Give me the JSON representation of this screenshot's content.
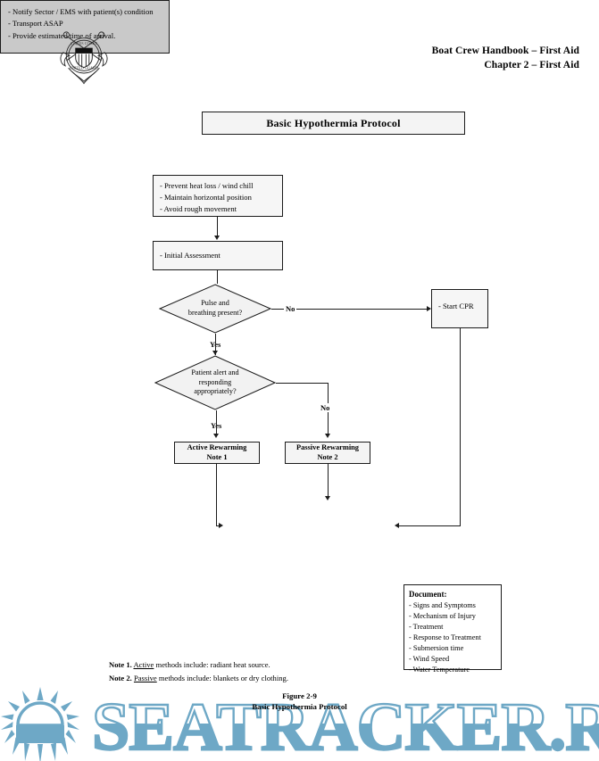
{
  "header": {
    "line1": "Boat Crew Handbook – First Aid",
    "line2": "Chapter 2 – First Aid",
    "seal_name": "uscg-seal"
  },
  "title": {
    "text": "Basic Hypothermia Protocol"
  },
  "flow": {
    "prevent": {
      "l1": "- Prevent heat loss / wind chill",
      "l2": "- Maintain horizontal position",
      "l3": "- Avoid rough movement"
    },
    "initial": {
      "l1": "- Initial Assessment"
    },
    "decision_pulse": {
      "l1": "Pulse and",
      "l2": "breathing present?"
    },
    "decision_alert": {
      "l1": "Patient alert and",
      "l2": "responding",
      "l3": "appropriately?"
    },
    "cpr": {
      "l1": "- Start CPR"
    },
    "active": {
      "l1": "Active Rewarming",
      "l2": "Note 1"
    },
    "passive": {
      "l1": "Passive Rewarming",
      "l2": "Note 2"
    },
    "notify": {
      "l1": "- Notify Sector / EMS with patient(s) condition",
      "l2": "- Transport ASAP",
      "l3": "- Provide estimated time of arrival."
    },
    "labels": {
      "no_pulse": "No",
      "yes_pulse": "Yes",
      "no_alert": "No",
      "yes_alert": "Yes"
    }
  },
  "document_box": {
    "heading": "Document:",
    "items": [
      "- Signs and Symptoms",
      "- Mechanism of Injury",
      "- Treatment",
      "- Response to Treatment",
      "- Submersion time",
      "- Wind Speed",
      "- Water Temperature"
    ]
  },
  "notes": {
    "note1_label": "Note 1.",
    "note1_term": "Active",
    "note1_text": " methods include: radiant heat source.",
    "note2_label": "Note 2.",
    "note2_term": "Passive",
    "note2_text": " methods include: blankets or dry clothing."
  },
  "caption": {
    "line1": "Figure 2-9",
    "line2": "Basic Hypothermia Protocol"
  },
  "watermark": {
    "text": "SEATRACKER.RU",
    "color": "#6ea8c6"
  },
  "colors": {
    "shape_fill": "#f6f6f6",
    "notify_fill": "#c9c9c9",
    "stroke": "#1b1b1b",
    "page_bg": "#ffffff"
  }
}
